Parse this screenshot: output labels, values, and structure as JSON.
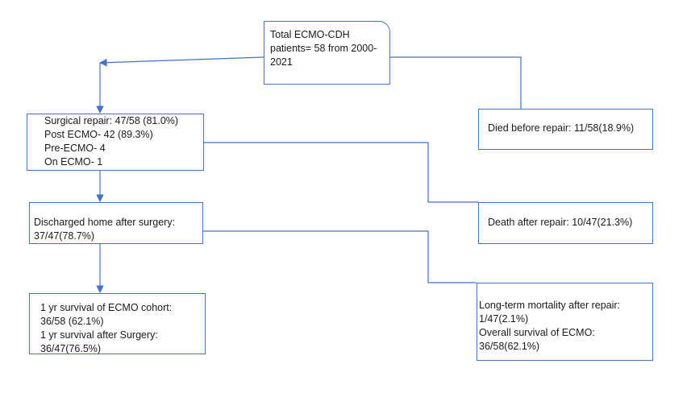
{
  "diagram": {
    "total": {
      "lines": [
        "Total ECMO-CDH patients= 58 from 2000-2021"
      ]
    },
    "surgical": {
      "lines": [
        "Surgical repair: 47/58 (81.0%)",
        "Post ECMO- 42 (89.3%)",
        "Pre-ECMO- 4",
        "On ECMO- 1"
      ]
    },
    "died_before": {
      "lines": [
        "Died before repair: 11/58(18.9%)"
      ]
    },
    "discharged": {
      "lines": [
        "Discharged home after surgery:",
        "37/47(78.7%)"
      ]
    },
    "death_after": {
      "lines": [
        "Death after repair: 10/47(21.3%)"
      ]
    },
    "one_year": {
      "lines": [
        "1 yr survival of ECMO cohort:",
        "36/58 (62.1%)",
        "1 yr survival after Surgery:",
        "36/47(76.5%)"
      ]
    },
    "long_term": {
      "lines": [
        "Long-term mortality after repair:",
        "1/47(2.1%)",
        "Overall survival of ECMO:",
        "36/58(62.1%)"
      ]
    },
    "colors": {
      "box_border": "#4472C4",
      "connector": "#4472C4",
      "text": "#1a1a1a"
    }
  }
}
